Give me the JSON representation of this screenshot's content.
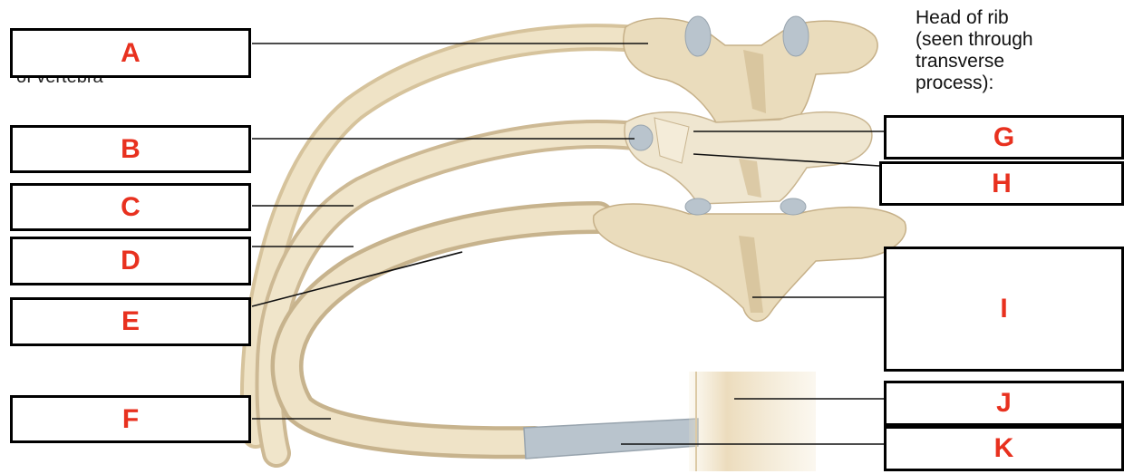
{
  "diagram": {
    "labels": {
      "A": "A",
      "B": "B",
      "C": "C",
      "D": "D",
      "E": "E",
      "F": "F",
      "G": "G",
      "H": "H",
      "I": "I",
      "J": "J",
      "K": "K"
    },
    "head_of_rib_note": [
      "Head of rib",
      "(seen through",
      "transverse",
      "process):"
    ],
    "partial_text": "of vertebra",
    "colors": {
      "label_text": "#e8311f",
      "bone": "#eadcbc",
      "bone_shadow": "#c9b48e",
      "cartilage": "#b9c4cd"
    }
  }
}
